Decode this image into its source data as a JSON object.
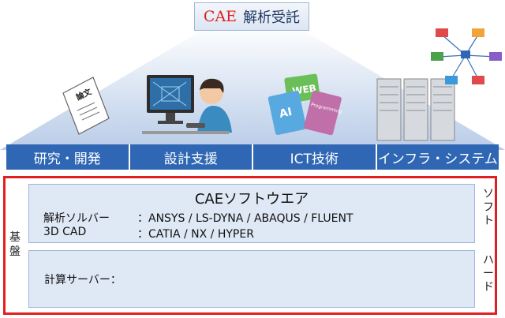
{
  "header": {
    "cae": "CAE",
    "title_rest": "解析受託"
  },
  "categories": [
    "研究・開発",
    "設計支援",
    "ICT技術",
    "インフラ・システム"
  ],
  "illustrations": {
    "paper_title": "論文",
    "book1": "WEB",
    "book2": "AI",
    "book3": "Programming"
  },
  "foundation": {
    "label": "基盤",
    "software": {
      "side_label": "ソフト",
      "title": "CAEソフトウエア",
      "rows": [
        {
          "label": "解析ソルバー",
          "value": "：ANSYS / LS-DYNA / ABAQUS / FLUENT"
        },
        {
          "label": "3D CAD",
          "value": "：CATIA / NX / HYPER"
        }
      ]
    },
    "hardware": {
      "side_label": "ハード",
      "label": "計算サーバー："
    }
  },
  "colors": {
    "accent_blue": "#2f67b4",
    "frame_red": "#e02020",
    "panel_bg": "#dfe8f5"
  }
}
